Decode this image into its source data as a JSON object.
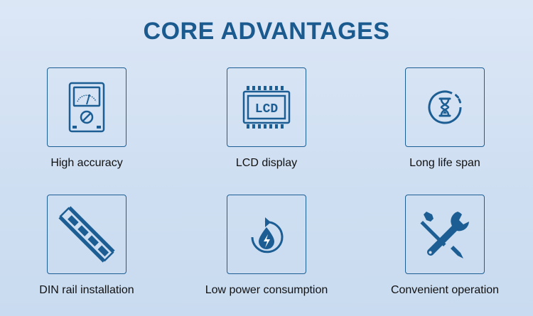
{
  "title": "CORE ADVANTAGES",
  "accent_color": "#1c5e93",
  "features": [
    {
      "label": "High accuracy",
      "icon": "meter-icon"
    },
    {
      "label": "LCD display",
      "icon": "lcd-chip-icon",
      "icon_text": "LCD"
    },
    {
      "label": "Long life span",
      "icon": "hourglass-icon"
    },
    {
      "label": "DIN rail installation",
      "icon": "din-rail-icon"
    },
    {
      "label": "Low power consumption",
      "icon": "power-drop-icon"
    },
    {
      "label": "Convenient operation",
      "icon": "wrench-screwdriver-icon"
    }
  ]
}
